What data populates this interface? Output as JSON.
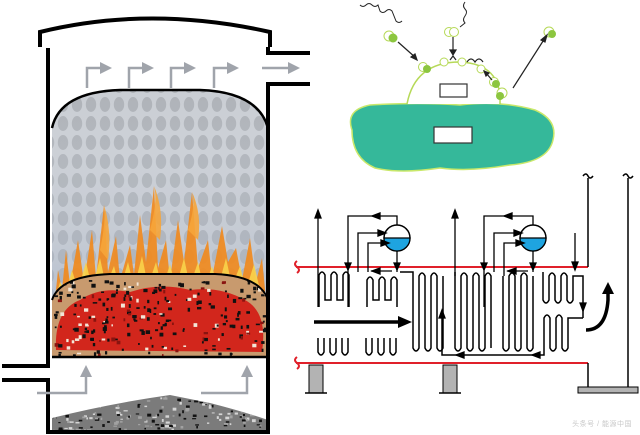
{
  "figure": {
    "panels": [
      {
        "id": "furnace",
        "description": "Fluidized/packed bed furnace with flames, glowing bed, ash pile and gas flow arrows"
      },
      {
        "id": "catalyst",
        "description": "Catalyst particle schematic with adsorbing/desorbing molecules on a support"
      },
      {
        "id": "hrsg",
        "description": "Heat recovery steam generator with two drums, tube coils and gas flow"
      }
    ],
    "watermark": "头条号 / 能源中国"
  },
  "colors": {
    "outline": "#000000",
    "flow_arrow": "#a0a4ab",
    "bed_gray": "#c3c8cf",
    "bed_dots": "#a9adb3",
    "flame_orange": "#f08a1e",
    "flame_yellow": "#f9d34a",
    "ember_red": "#d2261c",
    "ember_tan": "#c89a6e",
    "ash_gray": "#7b7b7b",
    "catalyst_teal": "#35b89a",
    "catalyst_edge": "#c9e86a",
    "molecule_green": "#8cc63f",
    "drum_blue": "#1ea4e0",
    "red_line": "#e0202a",
    "support_gray": "#b3b3b3"
  }
}
